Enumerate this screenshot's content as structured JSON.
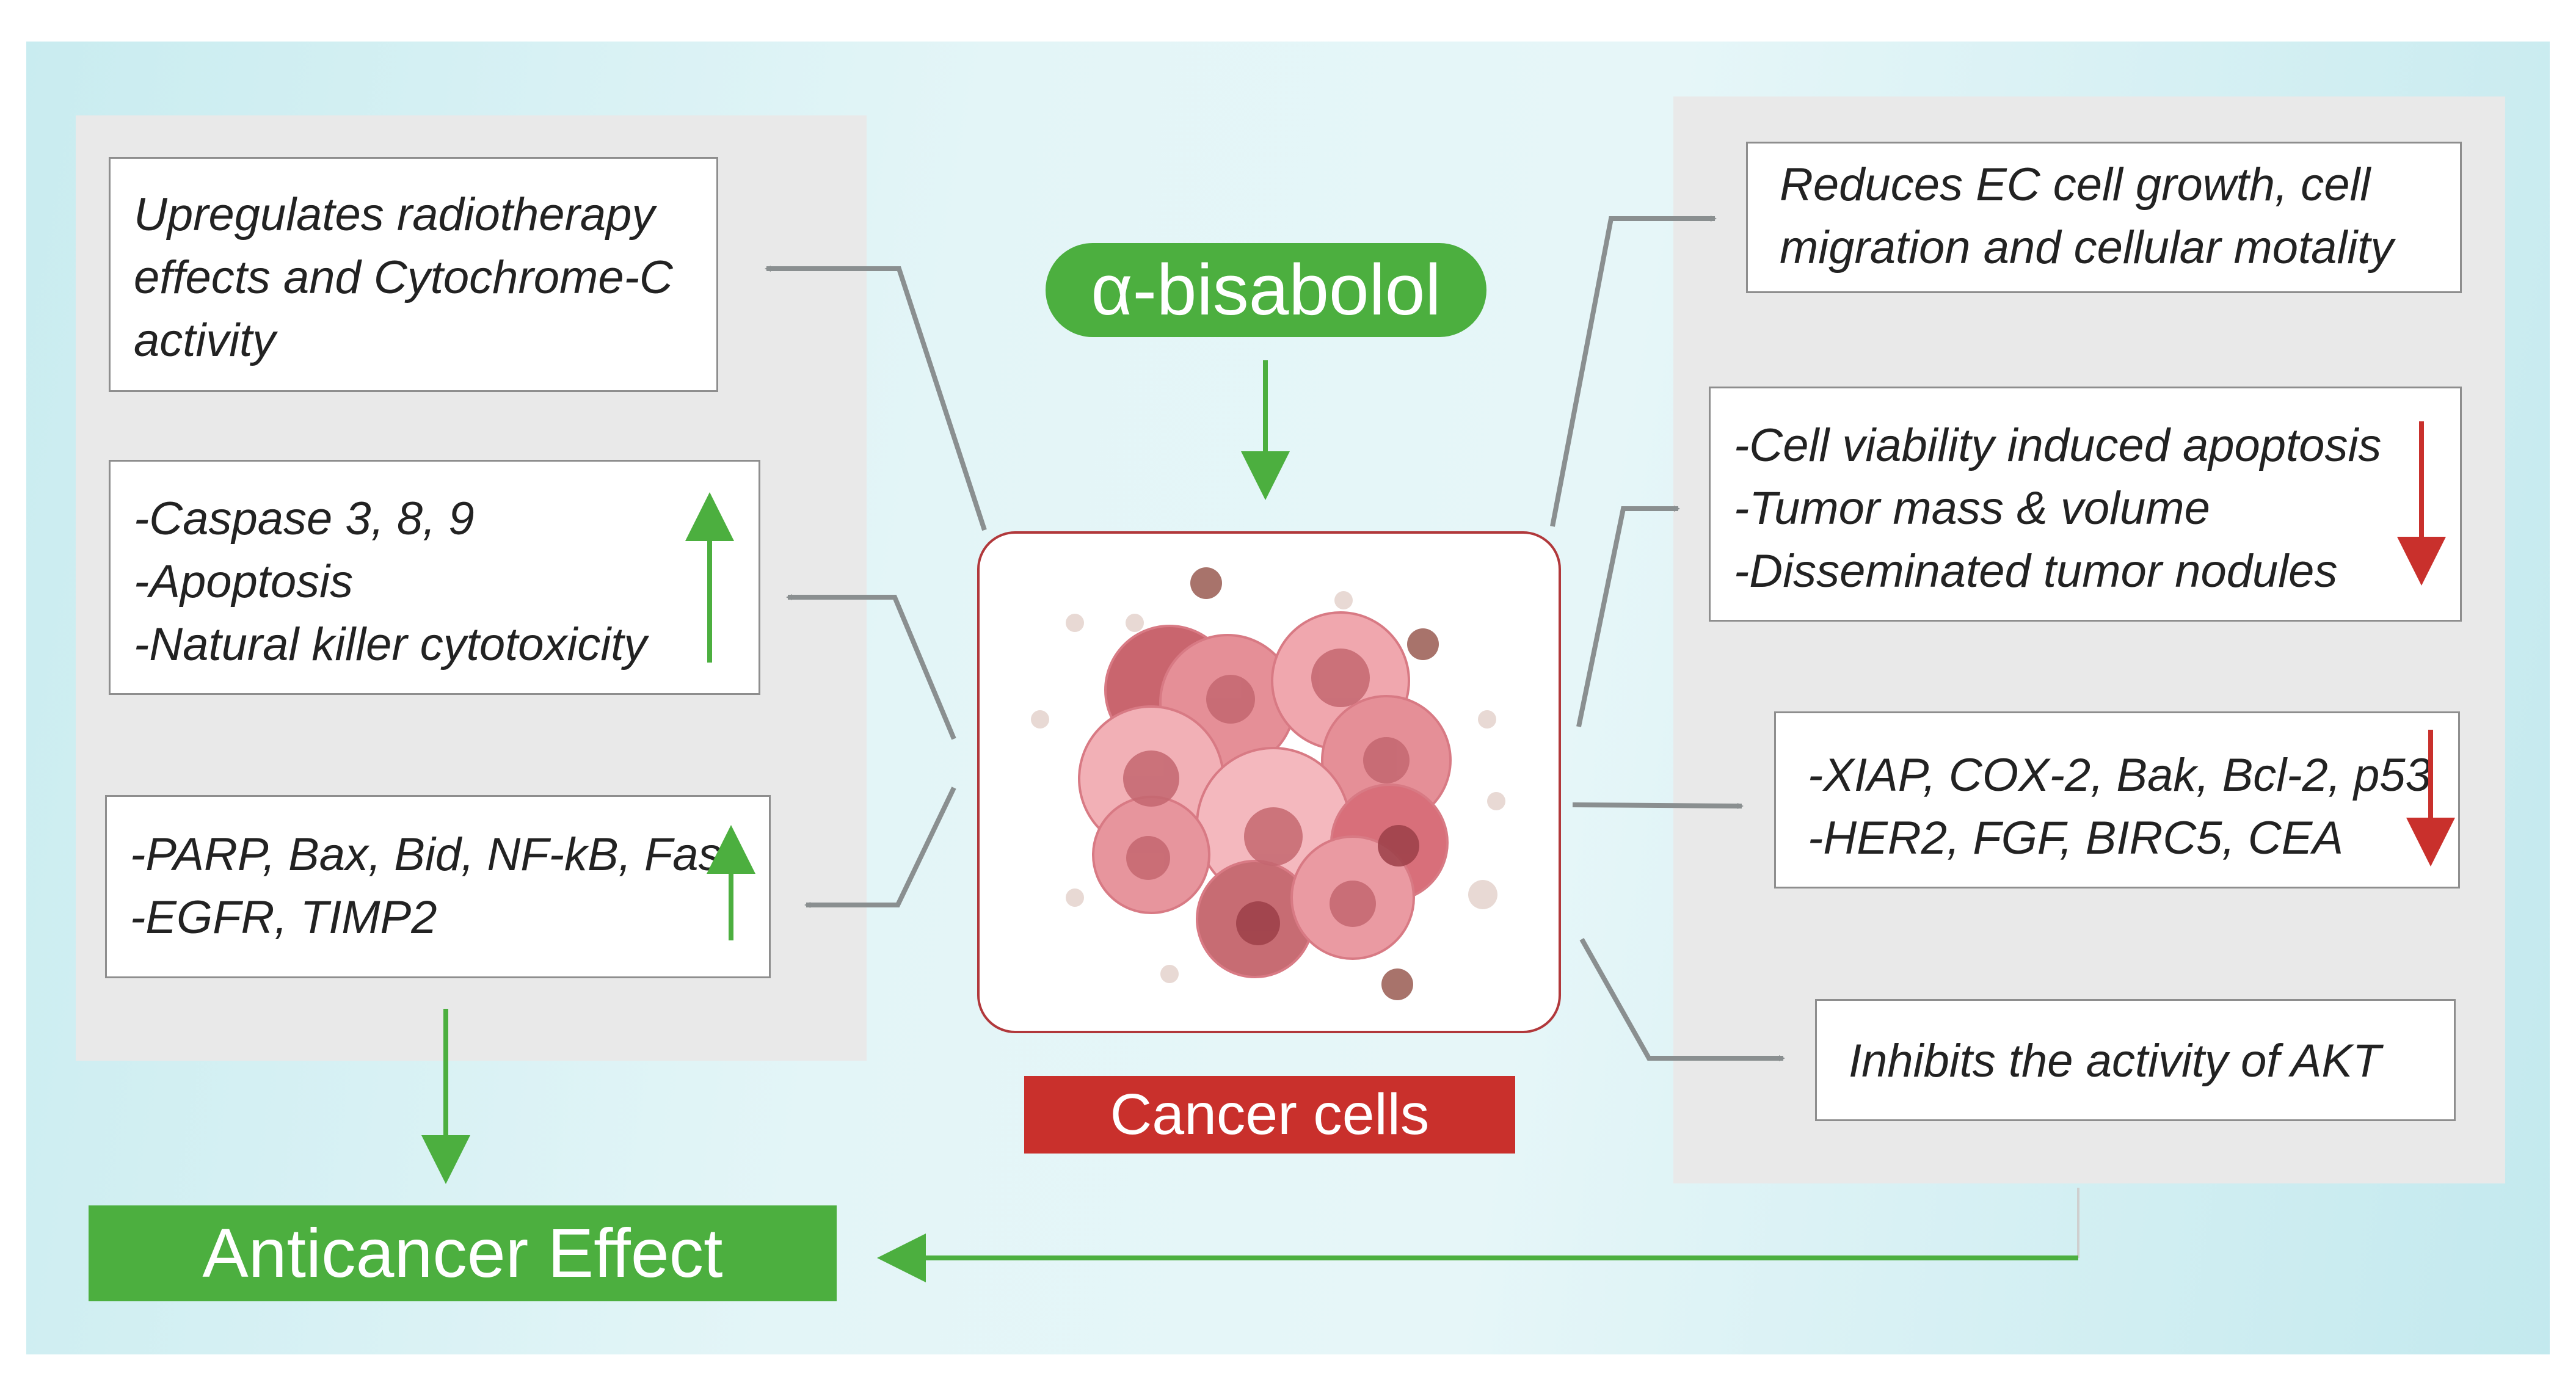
{
  "compound": "α-bisabolol",
  "target": "Cancer cells",
  "outcome": "Anticancer Effect",
  "left_boxes": [
    {
      "lines": [
        "Upregulates radiotherapy",
        "effects and Cytochrome-C",
        "activity"
      ],
      "trend": "none"
    },
    {
      "lines": [
        "-Caspase 3, 8, 9",
        "-Apoptosis",
        "-Natural killer cytotoxicity"
      ],
      "trend": "up"
    },
    {
      "lines": [
        "-PARP, Bax, Bid, NF-kB, Fas",
        "-EGFR, TIMP2"
      ],
      "trend": "up"
    }
  ],
  "right_boxes": [
    {
      "lines": [
        "Reduces EC cell growth, cell",
        "migration and cellular motality"
      ],
      "trend": "none"
    },
    {
      "lines": [
        "-Cell viability induced apoptosis",
        "-Tumor mass & volume",
        "-Disseminated tumor nodules"
      ],
      "trend": "down"
    },
    {
      "lines": [
        "-XIAP, COX-2, Bak, Bcl-2, p53",
        "-HER2, FGF, BIRC5, CEA"
      ],
      "trend": "down"
    },
    {
      "lines": [
        "Inhibits the activity of AKT"
      ],
      "trend": "none"
    }
  ],
  "colors": {
    "green": "#4caf3f",
    "red": "#c9302c",
    "gray_arrow": "#8a8f90",
    "up_arrow": "#4caf3f",
    "down_arrow": "#c9302c"
  }
}
